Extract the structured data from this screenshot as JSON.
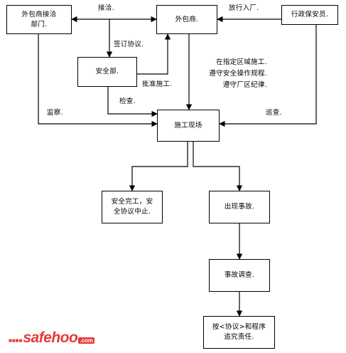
{
  "boxes": {
    "contractor_dept": [
      "外包商接洽",
      "部门."
    ],
    "contractor": [
      "外包商."
    ],
    "admin_security": [
      "行政保安员."
    ],
    "safety_dept": [
      "安全部."
    ],
    "site": [
      "施工现场"
    ],
    "safe_completion": [
      "安全完工，安",
      "全协议中止."
    ],
    "accident": [
      "出现事故."
    ],
    "investigation": [
      "事故调查."
    ],
    "accountability": [
      "按<协议>和程序",
      "追究责任."
    ]
  },
  "labels": {
    "contact": "接洽.",
    "release": "放行入厂.",
    "sign_agreement": "签订协议.",
    "approve": "批准施工.",
    "inspect": "检查.",
    "supervise": "监察.",
    "patrol": "巡查.",
    "site_rules": [
      "在指定区域施工.",
      "遵守安全操作规程.",
      "遵守厂区纪律."
    ]
  },
  "watermark": {
    "dots": "■■■■",
    "brand": "safehoo",
    "tld": ".com"
  },
  "colors": {
    "line": "#000000",
    "brand": "#e53935"
  }
}
